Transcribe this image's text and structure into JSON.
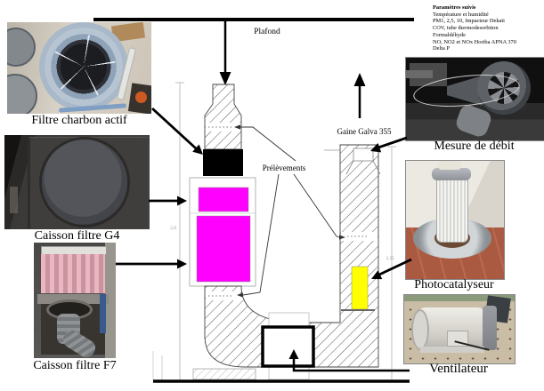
{
  "photos": {
    "charbon": {
      "label": "Filtre charbon actif"
    },
    "g4": {
      "label": "Caisson filtre G4"
    },
    "f7": {
      "label": "Caisson filtre F7"
    },
    "debit": {
      "label": "Mesure de débit"
    },
    "photocat": {
      "label": "Photocatalyseur"
    },
    "ventilateur": {
      "label": "Ventilateur"
    }
  },
  "parameters": {
    "title": "Paramètres suivis",
    "lines": [
      "Température et humidité",
      "PM1, 2,5, 10, Impacteur Dekati",
      "COV, tube thermodesorbtion",
      "Formaldéhyde",
      "NO, NO2 et NOx  Horiba APNA 370",
      "Delta P"
    ]
  },
  "diagram": {
    "ceiling_label": "Plafond",
    "sampling_label": "Prélèvements",
    "duct_label": "Gaine Galva 355",
    "dim_left": "2,8",
    "dim_right": "2,25",
    "colors": {
      "filter_magenta": "#ff00ff",
      "photocatalyst_yellow": "#ffff00",
      "carbon_black": "#000000"
    }
  }
}
